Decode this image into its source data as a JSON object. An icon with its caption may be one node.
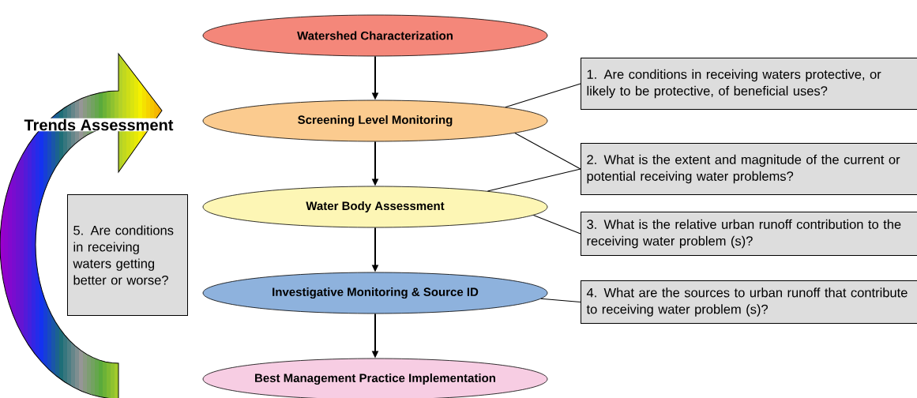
{
  "diagram": {
    "nodes": [
      {
        "text": [
          "Watershed Characterization"
        ]
      },
      {
        "text": [
          "Screening Level Monitoring"
        ]
      },
      {
        "text": [
          "Water Body Assessment"
        ]
      },
      {
        "text": [
          "Investigative Monitoring & Source ID"
        ]
      },
      {
        "text": [
          "Best Management Practice Implementation"
        ]
      },
      {
        "text": [
          "1. Are conditions in receiving waters protective, or likely to be protective, of beneficial uses?"
        ]
      },
      {
        "text": [
          "2. What is the extent and magnitude of the current or potential receiving water problems?"
        ]
      },
      {
        "text": [
          "3. What is the relative urban runoff contribution to the receiving water problem (s)?"
        ]
      },
      {
        "text": [
          "4. What are the sources to urban runoff that contribute to receiving water problem (s)?"
        ]
      },
      {
        "text": [
          "5. Are conditions in receiving waters getting better or worse?"
        ]
      }
    ],
    "edges": [
      {
        "from": 0,
        "to": 1,
        "arrow": "to"
      },
      {
        "from": 1,
        "to": 2,
        "arrow": "to"
      },
      {
        "from": 2,
        "to": 3,
        "arrow": "to"
      },
      {
        "from": 3,
        "to": 4,
        "arrow": "to"
      },
      {
        "from": 1,
        "to": 5,
        "arrow": "none"
      },
      {
        "from": 1,
        "to": 6,
        "arrow": "none"
      },
      {
        "from": 2,
        "to": 6,
        "arrow": "none"
      },
      {
        "from": 2,
        "to": 7,
        "arrow": "none"
      },
      {
        "from": 3,
        "to": 8,
        "arrow": "none"
      }
    ],
    "labels": [
      "Trends Assessment"
    ]
  }
}
